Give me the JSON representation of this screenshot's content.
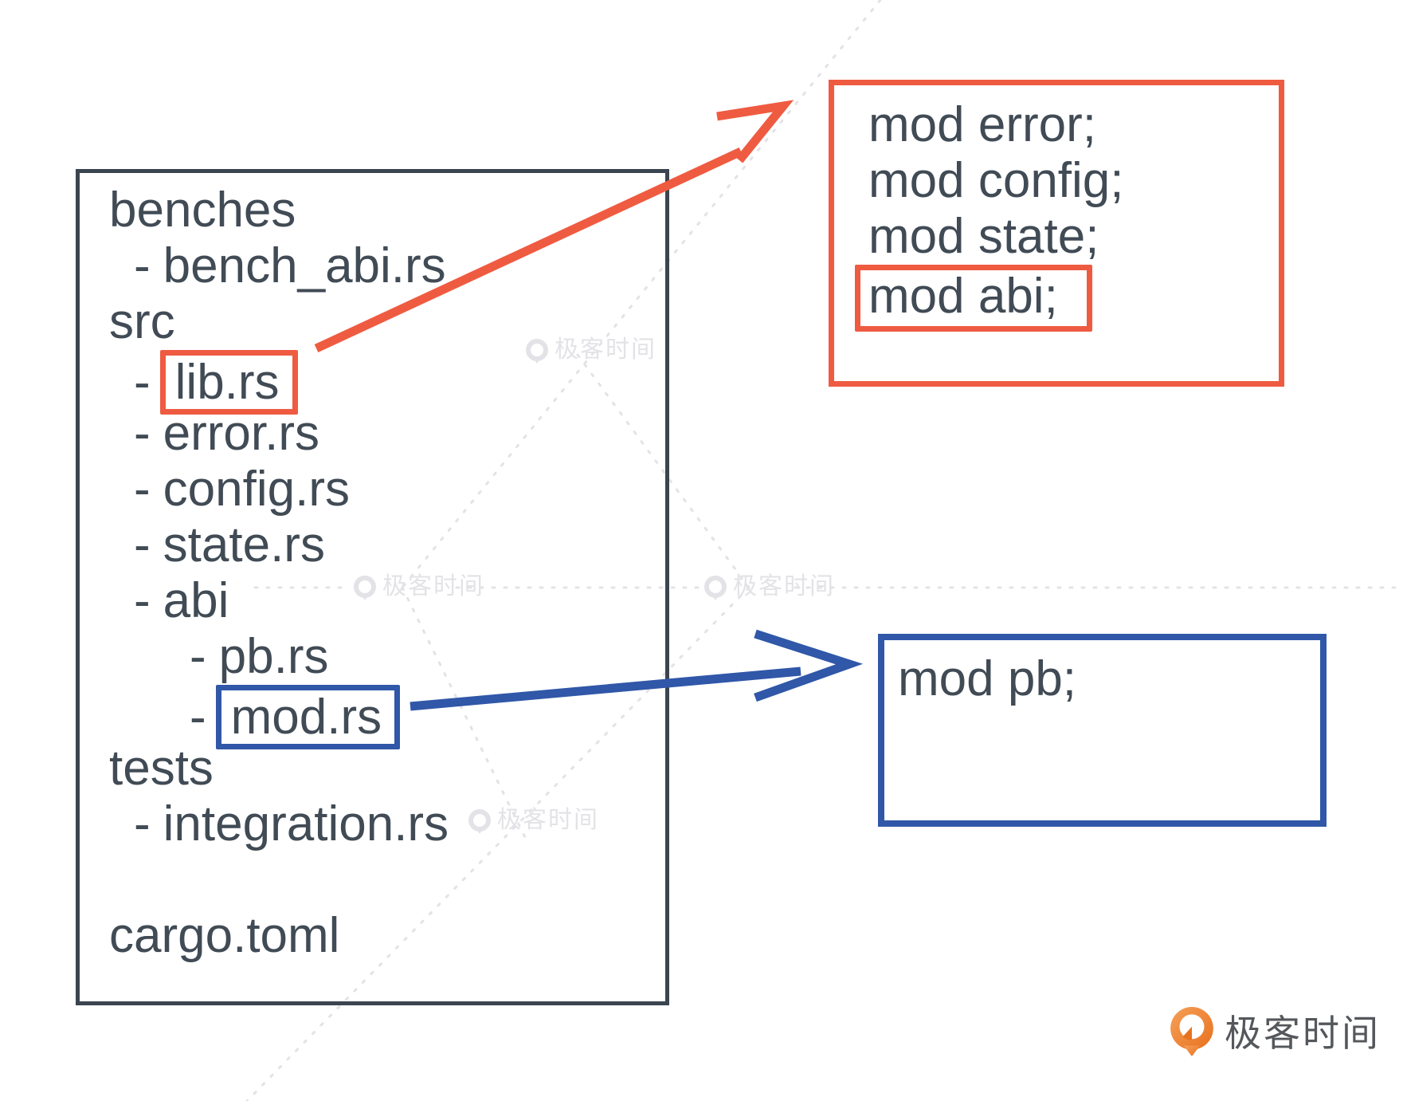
{
  "palette": {
    "accent_orange": "#EF5B41",
    "accent_blue": "#3057A8",
    "text_dark": "#414B55",
    "panel_border_dark": "#3A454F",
    "watermark_gray": "#E3E3E7",
    "logo_orange": "#E8711F",
    "logo_text_gray": "#54575B"
  },
  "file_tree": {
    "items": [
      {
        "label": "benches",
        "indent": 0
      },
      {
        "label": "bench_abi.rs",
        "indent": 1,
        "dash": true
      },
      {
        "label": "src",
        "indent": 0
      },
      {
        "label": "lib.rs",
        "indent": 1,
        "dash": true,
        "box": "orange"
      },
      {
        "label": "error.rs",
        "indent": 1,
        "dash": true
      },
      {
        "label": "config.rs",
        "indent": 1,
        "dash": true
      },
      {
        "label": "state.rs",
        "indent": 1,
        "dash": true
      },
      {
        "label": "abi",
        "indent": 1,
        "dash": true
      },
      {
        "label": "pb.rs",
        "indent": 2,
        "dash": true
      },
      {
        "label": "mod.rs",
        "indent": 2,
        "dash": true,
        "box": "blue"
      },
      {
        "label": "tests",
        "indent": 0
      },
      {
        "label": "integration.rs",
        "indent": 1,
        "dash": true
      },
      {
        "label": "",
        "indent": 0,
        "spacer": true
      },
      {
        "label": "cargo.toml",
        "indent": 0
      }
    ]
  },
  "lib_code_box": {
    "lines": [
      "mod error;",
      "mod config;",
      "mod state;",
      "mod abi;"
    ],
    "highlighted_line": "mod abi;"
  },
  "pb_code_box": {
    "lines": [
      "mod pb;"
    ]
  },
  "watermark": {
    "label": "极客时间"
  },
  "logo": {
    "label": "极客时间"
  }
}
